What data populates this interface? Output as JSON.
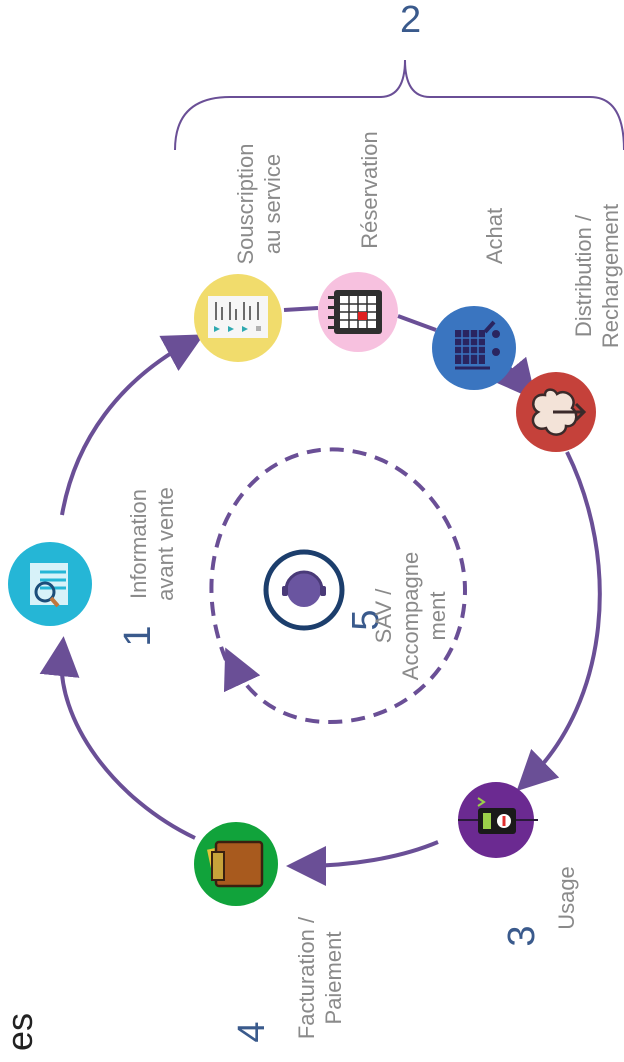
{
  "header": {
    "partial_title": "es"
  },
  "steps": {
    "s1": {
      "number": "1",
      "label_line1": "Information",
      "label_line2": "avant vente"
    },
    "s2": {
      "number": "2"
    },
    "s3": {
      "number": "3",
      "label": "Usage"
    },
    "s4": {
      "number": "4",
      "label_line1": "Facturation /",
      "label_line2": "Paiement"
    },
    "s5": {
      "number": "5",
      "label_line1": "SAV /",
      "label_line2": "Accompagne",
      "label_line3": "ment"
    }
  },
  "substeps": {
    "souscription": {
      "line1": "Souscription",
      "line2": "au service"
    },
    "reservation": {
      "line1": "Réservation"
    },
    "achat": {
      "line1": "Achat"
    },
    "distribution": {
      "line1": "Distribution /",
      "line2": "Rechargement"
    }
  },
  "icons": {
    "info": "search-chart-icon",
    "souscription": "chart-bars-icon",
    "reservation": "calendar-icon",
    "achat": "cart-icon",
    "distribution": "cloud-export-icon",
    "usage": "ticket-device-icon",
    "paiement": "wallet-icon",
    "sav": "headset-person-icon"
  },
  "colors": {
    "arrow": "#6a4f96",
    "number": "#3a5a8c",
    "label": "#8a8a8a",
    "info": "#25b6d6",
    "souscription": "#f1dc6c",
    "reservation": "#f7c1df",
    "achat": "#3a75c0",
    "distribution": "#c5413a",
    "usage": "#6b2a91",
    "paiement": "#11a33b",
    "sav_ring": "#1c3e6c"
  }
}
